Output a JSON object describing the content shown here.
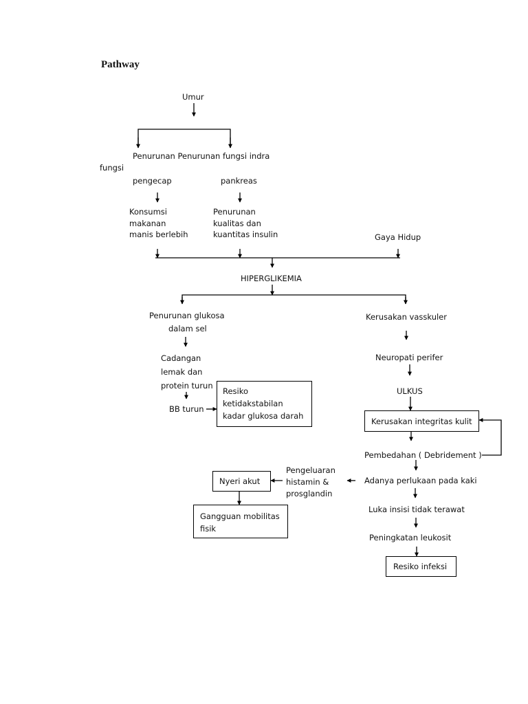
{
  "title": "Pathway",
  "nodes": {
    "umur": "Umur",
    "penurunan_line": "Penurunan Penurunan  fungsi indra",
    "fungsi": "fungsi",
    "pengecap": "pengecap",
    "pankreas": "pankreas",
    "konsumsi": "Konsumsi\nmakanan\nmanis berlebih",
    "penurunan_kualitas": "Penurunan\nkualitas dan\nkuantitas insulin",
    "gaya_hidup": "Gaya Hidup",
    "hiperglikemia": "HIPERGLIKEMIA",
    "penurunan_glukosa_1": "Penurunan glukosa",
    "penurunan_glukosa_2": "dalam sel",
    "kerusakan_vaskuler": "Kerusakan vasskuler",
    "cadangan": "Cadangan\nlemak dan\nprotein turun",
    "neuropati": "Neuropati perifer",
    "resiko_glukosa": "Resiko\nketidakstabilan\nkadar glukosa darah",
    "ulkus": "ULKUS",
    "bb_turun": "BB turun",
    "kerusakan_kulit": "Kerusakan integritas kulit",
    "pembedahan": "Pembedahan ( Debridement )",
    "pengeluaran": "Pengeluaran\nhistamin &\nprosglandin",
    "nyeri_akut": "Nyeri akut",
    "perlukaan": "Adanya perlukaan pada kaki",
    "luka_insisi": "Luka insisi tidak terawat",
    "gangguan_mobilitas": "Gangguan mobilitas\nfisik",
    "leukosit": "Peningkatan leukosit",
    "resiko_infeksi": "Resiko infeksi"
  }
}
